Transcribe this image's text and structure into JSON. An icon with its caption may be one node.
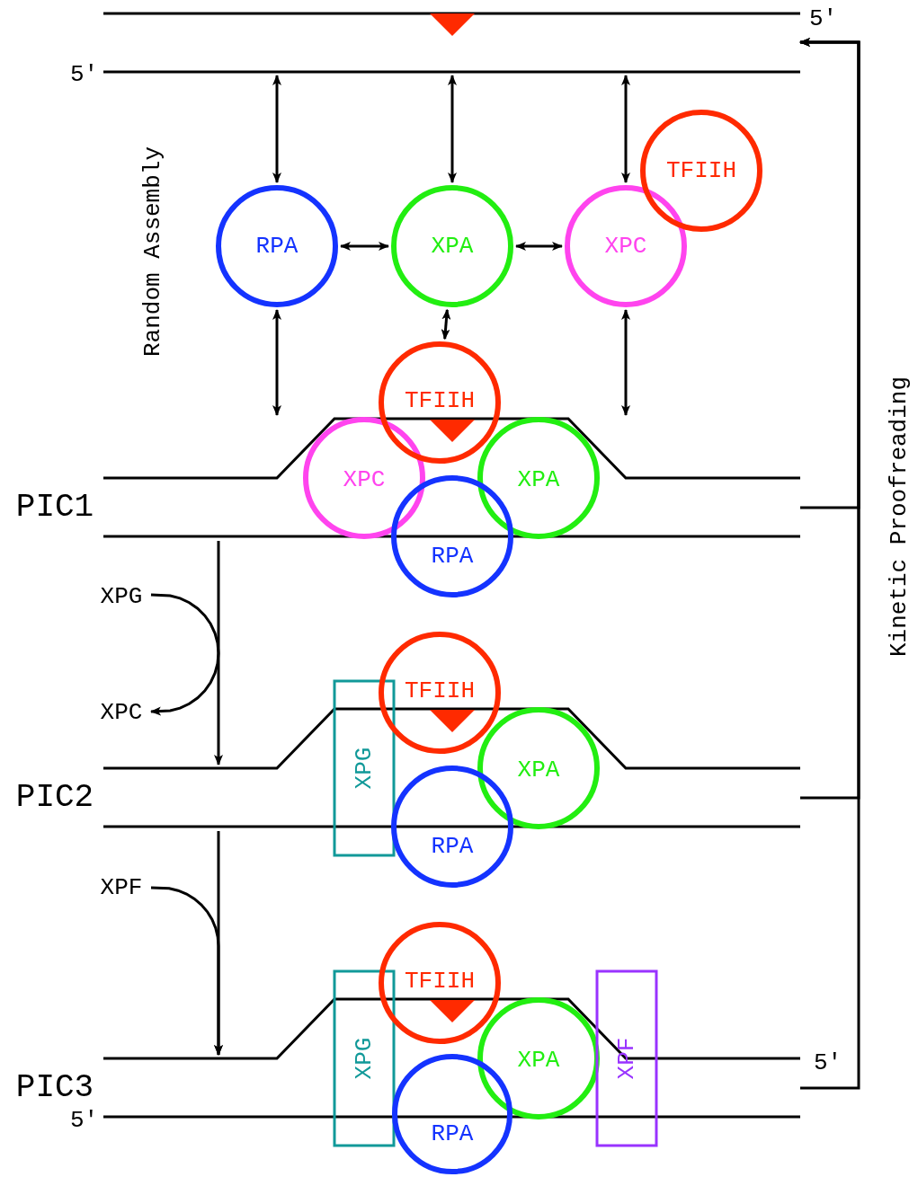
{
  "diagram": {
    "nodes": [
      {
        "text": [],
        "shape": "bar"
      },
      {
        "text": [
          "RPA"
        ]
      },
      {
        "text": [
          "XPA"
        ]
      },
      {
        "text": [
          "XPC"
        ]
      },
      {
        "text": [
          "TFIIH"
        ]
      },
      {
        "text": [
          "PIC1"
        ]
      },
      {
        "text": [
          "TFIIH"
        ]
      },
      {
        "text": [
          "XPC"
        ],
        "in": 5
      },
      {
        "text": [
          "XPA"
        ],
        "in": 5
      },
      {
        "text": [
          "RPA"
        ]
      },
      {
        "text": [
          "XPG"
        ]
      },
      {
        "text": [
          "XPC"
        ]
      },
      {
        "text": [
          "PIC2"
        ]
      },
      {
        "text": [
          "XPG"
        ]
      },
      {
        "text": [
          "TFIIH"
        ]
      },
      {
        "text": [
          "XPA"
        ],
        "in": 12
      },
      {
        "text": [
          "RPA"
        ]
      },
      {
        "text": [
          "XPF"
        ]
      },
      {
        "text": [
          "PIC3"
        ]
      },
      {
        "text": [
          "XPG"
        ]
      },
      {
        "text": [
          "TFIIH"
        ]
      },
      {
        "text": [
          "XPA"
        ],
        "in": 18
      },
      {
        "text": [
          "RPA"
        ]
      },
      {
        "text": [
          "XPF"
        ]
      }
    ],
    "edges": [
      {
        "from": 0,
        "to": 1,
        "arrow": "both"
      },
      {
        "from": 0,
        "to": 2,
        "arrow": "both"
      },
      {
        "from": 0,
        "to": 3,
        "arrow": "both"
      },
      {
        "from": 1,
        "to": 2,
        "arrow": "both"
      },
      {
        "from": 2,
        "to": 3,
        "arrow": "both"
      },
      {
        "from": 2,
        "to": 6,
        "arrow": "both"
      },
      {
        "from": 1,
        "to": 5,
        "arrow": "both"
      },
      {
        "from": 3,
        "to": 5,
        "arrow": "both"
      },
      {
        "from": 5,
        "to": 12,
        "arrow": "to"
      },
      {
        "from": 10,
        "to": 11,
        "arrow": "to"
      },
      {
        "from": 12,
        "to": 18,
        "arrow": "to"
      },
      {
        "from": 17,
        "to": 18,
        "arrow": "to"
      },
      {
        "from": 5,
        "to": 0,
        "arrow": "to"
      },
      {
        "from": 12,
        "to": 0,
        "arrow": "to"
      },
      {
        "from": 18,
        "to": 0,
        "arrow": "to"
      }
    ],
    "labels": [
      "5′",
      "5′",
      "Random Assembly",
      "Kinetic Proofreading",
      "5′",
      "5′"
    ]
  }
}
